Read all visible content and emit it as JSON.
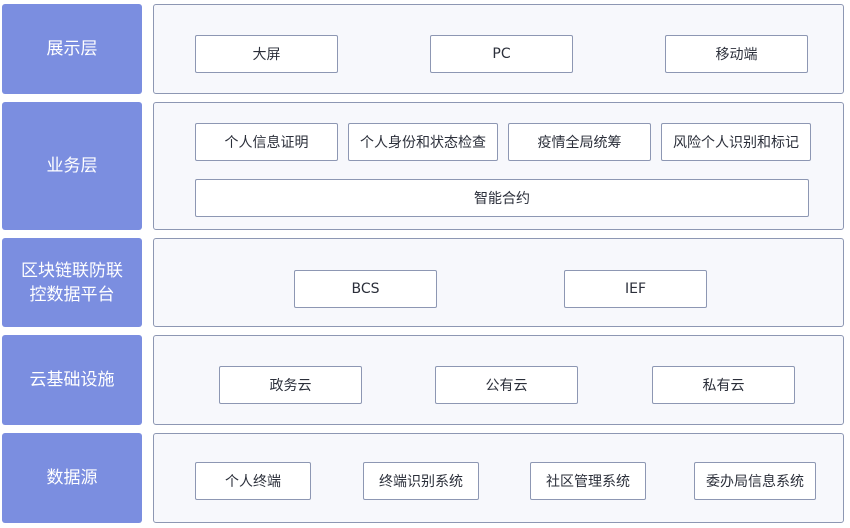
{
  "layers": [
    {
      "label": "展示层",
      "items": [
        "大屏",
        "PC",
        "移动端"
      ]
    },
    {
      "label": "业务层",
      "items": [
        "个人信息证明",
        "个人身份和状态检查",
        "疫情全局统筹",
        "风险个人识别和标记",
        "智能合约"
      ]
    },
    {
      "label": "区块链联防联\n控数据平台",
      "items": [
        "BCS",
        "IEF"
      ]
    },
    {
      "label": "云基础设施",
      "items": [
        "政务云",
        "公有云",
        "私有云"
      ]
    },
    {
      "label": "数据源",
      "items": [
        "个人终端",
        "终端识别系统",
        "社区管理系统",
        "委办局信息系统"
      ]
    }
  ]
}
